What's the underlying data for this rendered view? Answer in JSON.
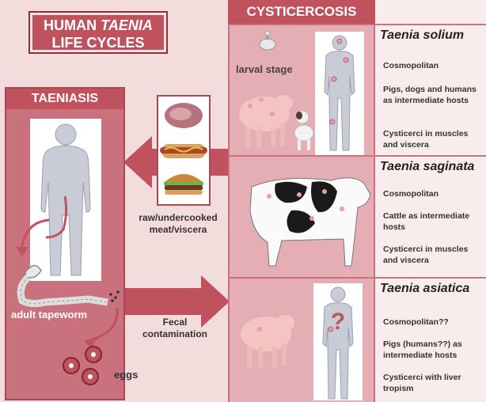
{
  "title": {
    "line1_prefix": "HUMAN",
    "line1_italic": "TAENIA",
    "line2": "LIFE CYCLES"
  },
  "taeniasis": {
    "heading": "TAENIASIS",
    "adult_label": "adult tapeworm",
    "eggs_label": "eggs"
  },
  "food": {
    "label_line1": "raw/undercooked",
    "label_line2": "meat/viscera",
    "icons": [
      "meat-icon",
      "hotdog-icon",
      "burger-icon"
    ]
  },
  "fecal": {
    "line1": "Fecal",
    "line2": "contamination"
  },
  "cysticercosis": {
    "heading": "CYSTICERCOSIS",
    "larval_label": "larval stage"
  },
  "species": [
    {
      "name": "Taenia solium",
      "facts": [
        "Cosmopolitan",
        "Pigs, dogs and humans as intermediate hosts",
        "Cysticerci in muscles and viscera"
      ]
    },
    {
      "name": "Taenia saginata",
      "facts": [
        "Cosmopolitan",
        "Cattle as intermediate hosts",
        "Cysticerci in muscles and viscera"
      ]
    },
    {
      "name": "Taenia asiatica",
      "facts": [
        "Cosmopolitan??",
        "Pigs (humans??) as intermediate hosts",
        "Cysticerci with liver tropism"
      ]
    }
  ],
  "colors": {
    "accent": "#c0525e",
    "panel": "#c9727d",
    "background": "#f2dcdc"
  }
}
